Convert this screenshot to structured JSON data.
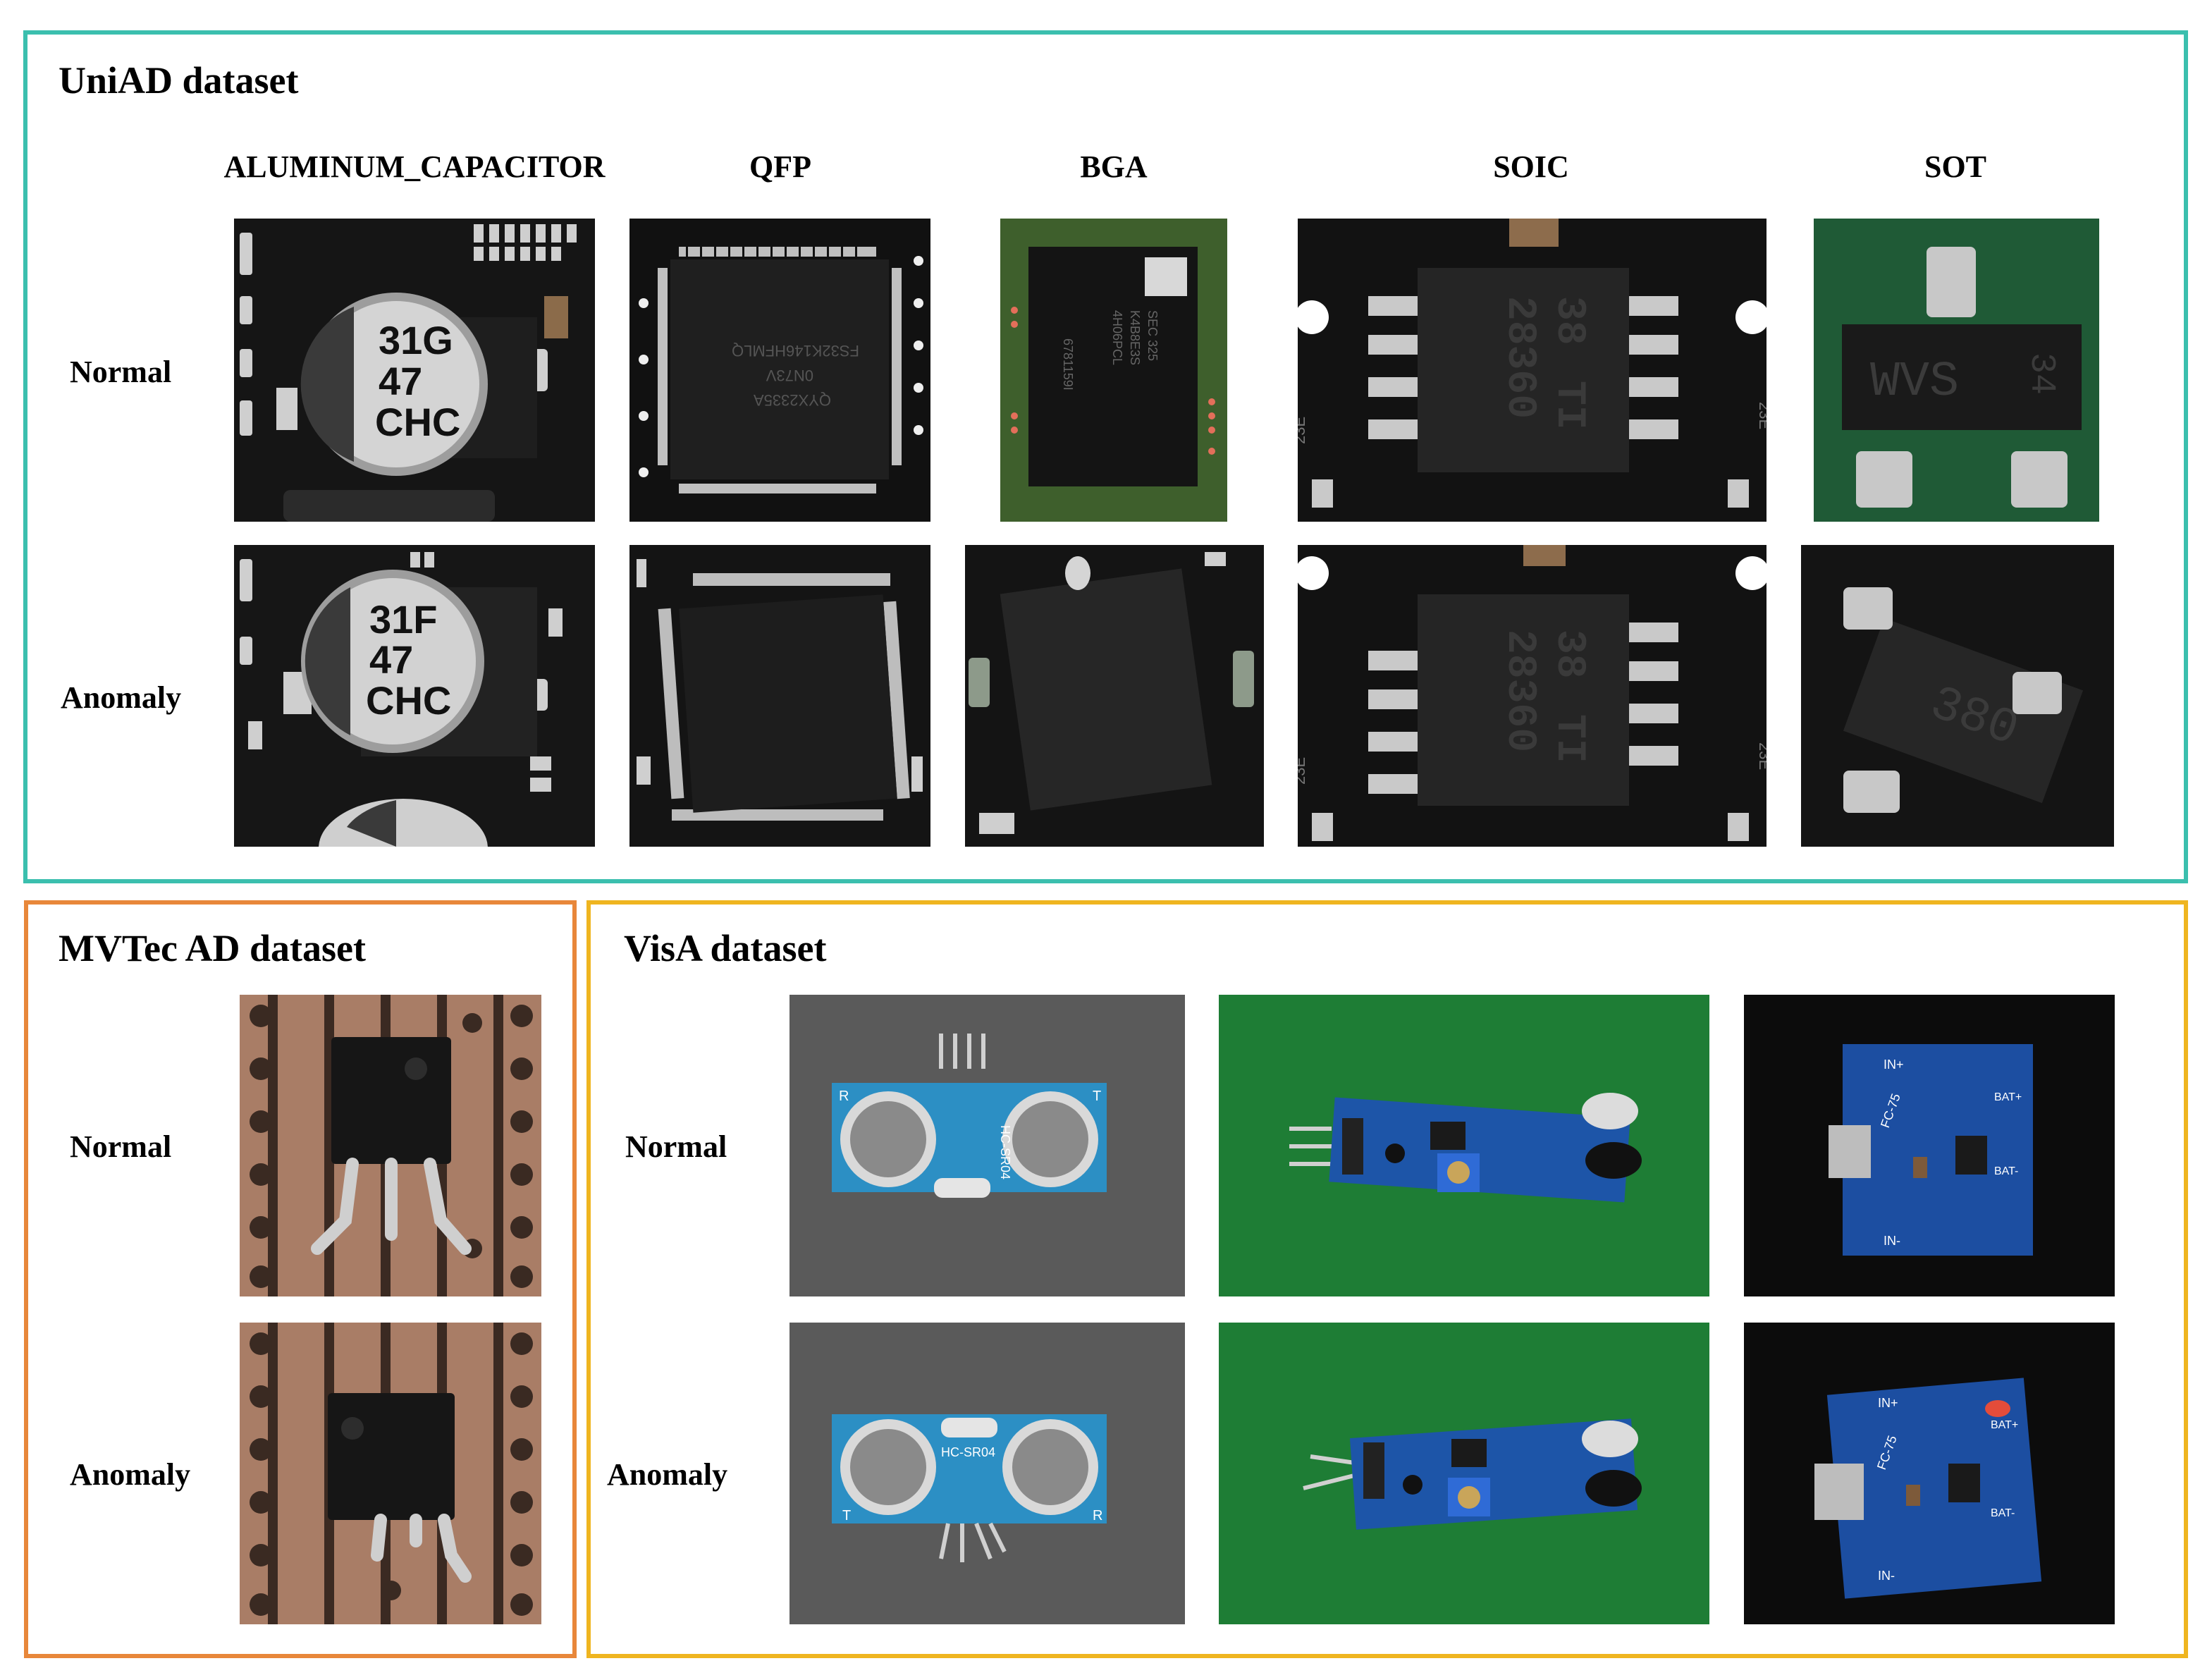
{
  "colors": {
    "uniad_border": "#3bbfae",
    "mvtec_border": "#e8873a",
    "visa_border": "#efb520"
  },
  "uniad": {
    "title": "UniAD dataset",
    "columns": [
      "ALUMINUM_CAPACITOR",
      "QFP",
      "BGA",
      "SOIC",
      "SOT"
    ],
    "rows": [
      "Normal",
      "Anomaly"
    ],
    "chip_text": {
      "capacitor_normal": [
        "31G",
        "47",
        "CHC"
      ],
      "capacitor_anomaly": [
        "31F",
        "47",
        "CHC"
      ],
      "qfp_normal": [
        "QYX2335A",
        "0N73V",
        "FS32K146HFMLQ"
      ],
      "bga_normal": [
        "6781159I",
        "SEC 325",
        "K4B8E3S",
        "4H06PCL"
      ],
      "soic_normal": [
        "38",
        "TI",
        "28360"
      ],
      "soic_anomaly": [
        "38",
        "TI",
        "28360"
      ],
      "sot_normal": [
        "WVS",
        "34"
      ],
      "sot_anomaly": [
        "380"
      ],
      "soic_side_labels": [
        "23E",
        "23E"
      ]
    }
  },
  "mvtec": {
    "title": "MVTec AD dataset",
    "rows": [
      "Normal",
      "Anomaly"
    ]
  },
  "visa": {
    "title": "VisA dataset",
    "rows": [
      "Normal",
      "Anomaly"
    ],
    "board_text": {
      "ultrasonic_model": "HC-SR04",
      "ultrasonic_t": "T",
      "ultrasonic_r": "R",
      "charger_model": "FC-75",
      "charger_in_plus": "IN+",
      "charger_in_minus": "IN-",
      "charger_bat_plus": "BAT+",
      "charger_bat_minus": "BAT-"
    }
  }
}
